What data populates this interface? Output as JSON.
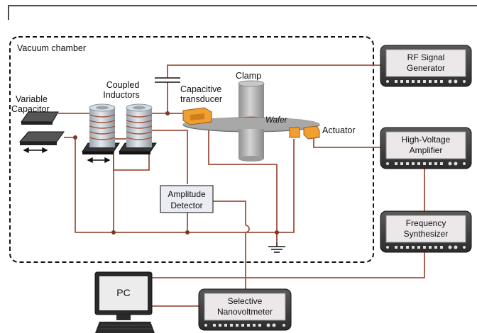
{
  "chamber": {
    "label": "Vacuum chamber"
  },
  "components": {
    "variable_capacitor": {
      "line1": "Variable",
      "line2": "Capacitor"
    },
    "coupled_inductors": {
      "line1": "Coupled",
      "line2": "Inductors"
    },
    "capacitive_transducer": {
      "line1": "Capacitive",
      "line2": "transducer"
    },
    "clamp": {
      "label": "Clamp"
    },
    "wafer": {
      "label": "Wafer"
    },
    "actuator": {
      "label": "Actuator"
    },
    "amplitude_detector": {
      "line1": "Amplitude",
      "line2": "Detector"
    }
  },
  "instruments": {
    "rf_generator": {
      "line1": "RF Signal",
      "line2": "Generator"
    },
    "hv_amplifier": {
      "line1": "High-Voltage",
      "line2": "Amplifier"
    },
    "freq_synth": {
      "line1": "Frequency",
      "line2": "Synthesizer"
    },
    "nanovoltmeter": {
      "line1": "Selective",
      "line2": "Nanovoltmeter"
    }
  },
  "pc": {
    "label": "PC"
  },
  "colors": {
    "wire": "#a0523c",
    "chamber_border": "#111111",
    "instrument_body": "#3a3a3a",
    "instrument_screen": "#ece8ea",
    "transducer": "#f0a030",
    "inductor": "#c8ced6",
    "wafer": "#9a9a9a",
    "clamp": "#b4b4b4"
  }
}
